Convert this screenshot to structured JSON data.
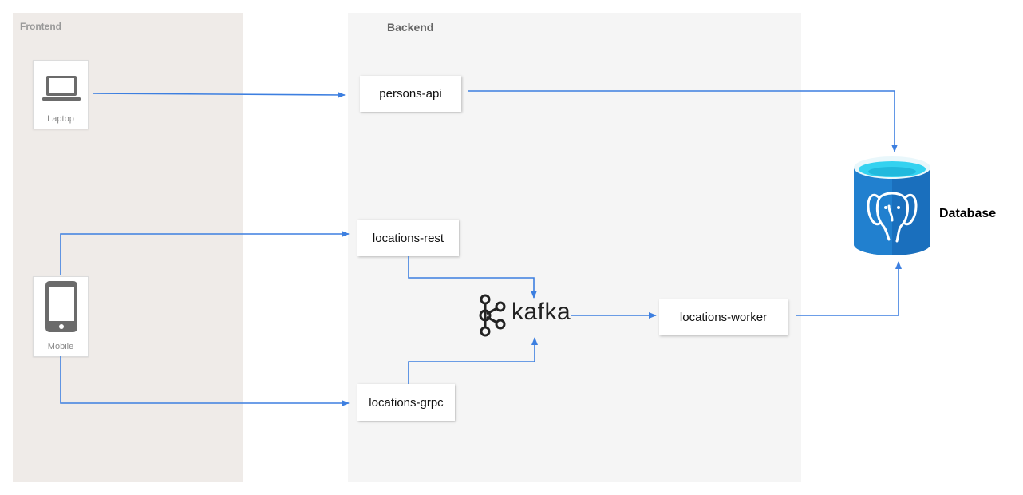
{
  "zones": {
    "frontend": {
      "title": "Frontend"
    },
    "backend": {
      "title": "Backend"
    }
  },
  "devices": {
    "laptop": {
      "label": "Laptop",
      "icon": "laptop-icon"
    },
    "mobile": {
      "label": "Mobile",
      "icon": "mobile-phone-icon"
    }
  },
  "services": {
    "persons_api": "persons-api",
    "locations_rest": "locations-rest",
    "locations_grpc": "locations-grpc",
    "locations_worker": "locations-worker"
  },
  "kafka": {
    "label": "kafka",
    "icon": "kafka-logo-icon"
  },
  "database": {
    "label": "Database",
    "icon": "postgresql-database-icon"
  },
  "colors": {
    "arrow": "#3d7fe0",
    "frontend_bg": "#efebe8",
    "backend_bg": "#f5f5f5",
    "db_blue": "#1a6fbd",
    "db_cyan": "#34d2f0"
  }
}
